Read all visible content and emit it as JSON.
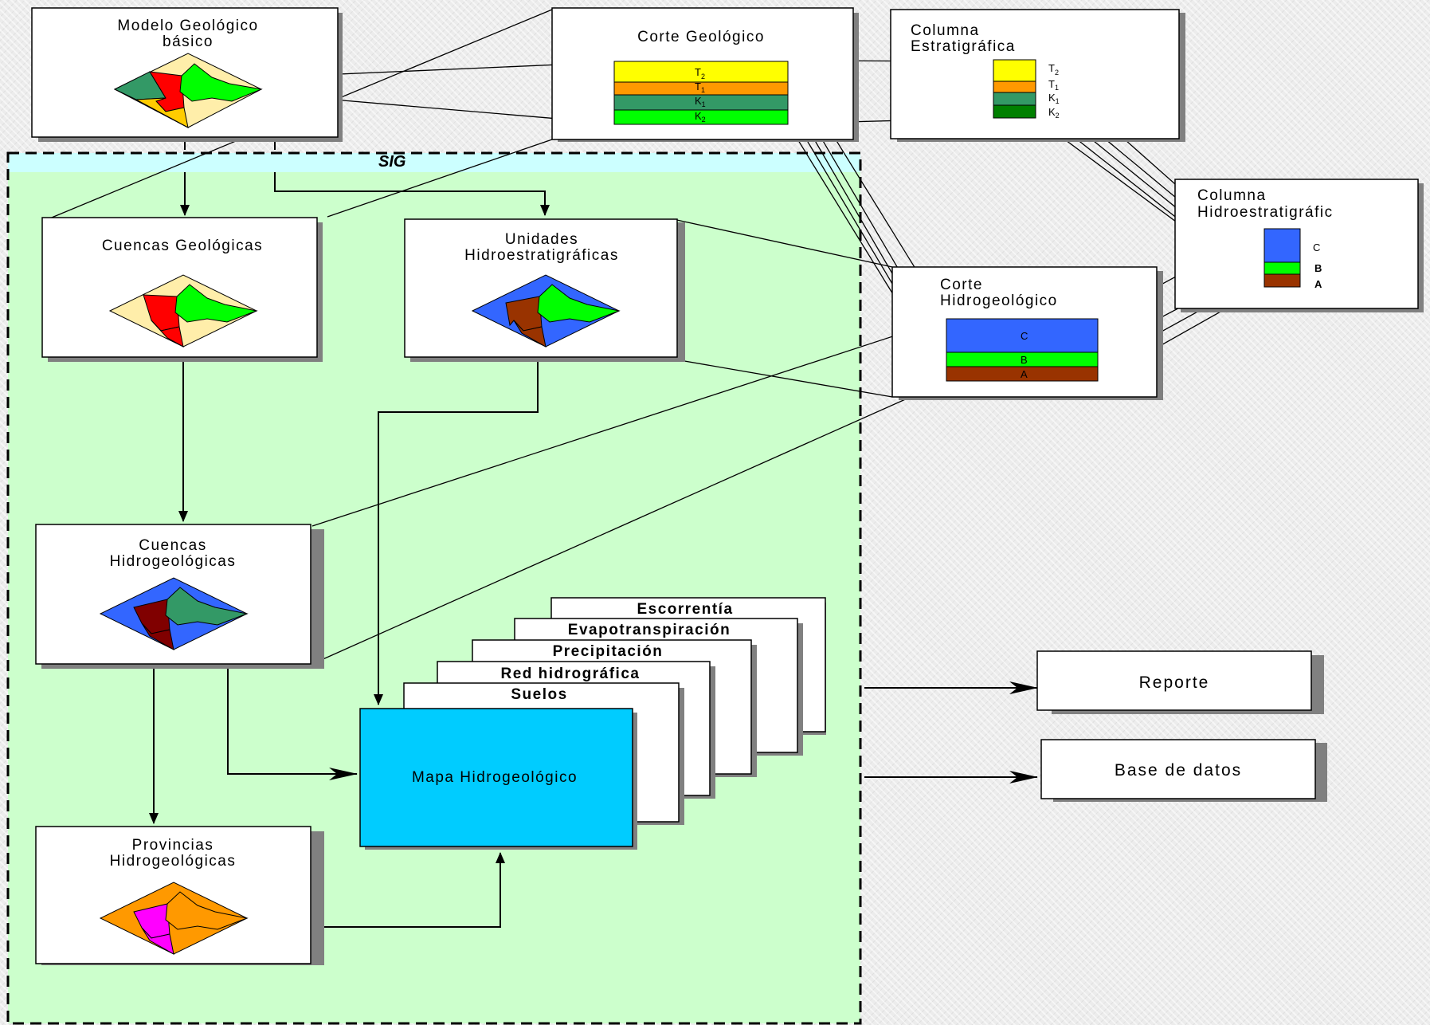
{
  "sig_label": "SIG",
  "boxes": {
    "modelo": [
      "Modelo Geológico",
      "básico"
    ],
    "corte_geologico": [
      "Corte Geológico"
    ],
    "columna_estratigrafica": [
      "Columna",
      "Estratigráfica"
    ],
    "columna_hidroestratigrafica": [
      "Columna",
      "Hidroestratigráfic"
    ],
    "cuencas_geologicas": [
      "Cuencas Geológicas"
    ],
    "unidades": [
      "Unidades",
      "Hidroestratigráficas"
    ],
    "corte_hidrogeologico": [
      "Corte",
      "Hidrogeológico"
    ],
    "cuencas_hidrogeologicas": [
      "Cuencas",
      "Hidrogeológicas"
    ],
    "provincias": [
      "Provincias",
      "Hidrogeológicas"
    ],
    "mapa": "Mapa Hidrogeológico",
    "reporte": "Reporte",
    "base_datos": "Base de datos"
  },
  "stack_layers": [
    "Escorrentía",
    "Evapotranspiración",
    "Precipitación",
    "Red hidrográfica",
    "Suelos"
  ],
  "geologic_units": [
    {
      "label": "T",
      "sub": "2",
      "color": "#ffff00"
    },
    {
      "label": "T",
      "sub": "1",
      "color": "#ff9900"
    },
    {
      "label": "K",
      "sub": "1",
      "color": "#339966"
    },
    {
      "label": "K",
      "sub": "2",
      "color": "#00ff00"
    }
  ],
  "hydro_units": [
    {
      "label": "C",
      "color": "#3366ff"
    },
    {
      "label": "B",
      "color": "#00ff00"
    },
    {
      "label": "A",
      "color": "#993300"
    }
  ],
  "colors": {
    "sig_fill": "#ccffcc",
    "sig_header": "#ccffff",
    "mapa_fill": "#00ccff",
    "shadow": "#808080"
  }
}
